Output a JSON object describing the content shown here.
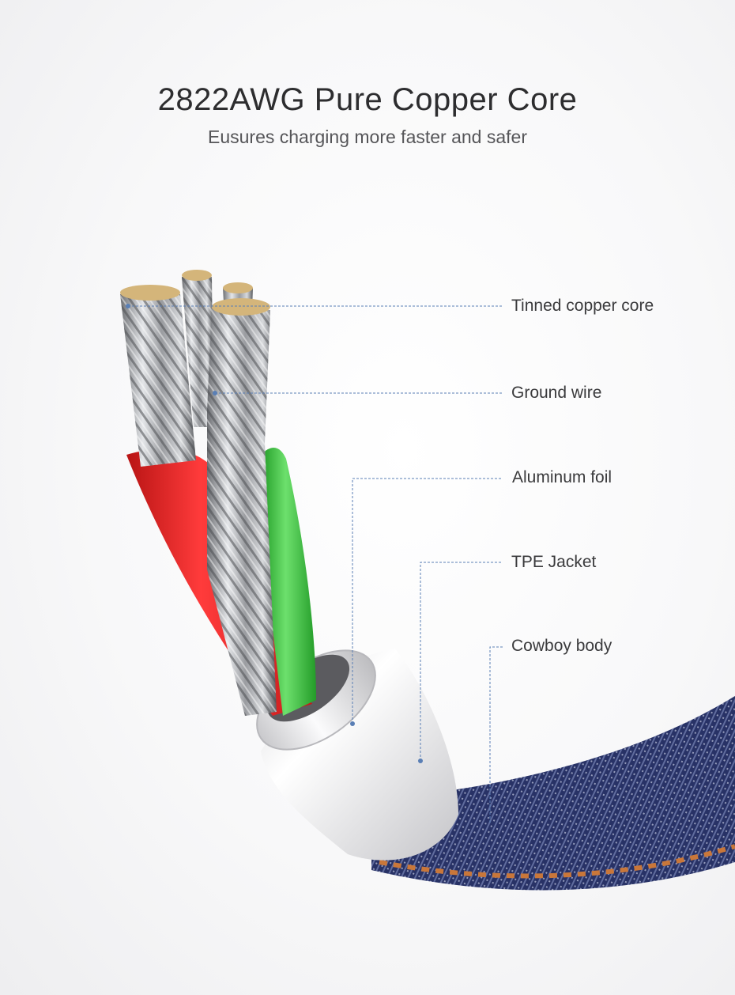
{
  "header": {
    "title": "2822AWG Pure Copper Core",
    "subtitle": "Eusures charging more faster and safer"
  },
  "callouts": [
    {
      "label": "Tinned copper core"
    },
    {
      "label": "Ground wire"
    },
    {
      "label": "Aluminum foil"
    },
    {
      "label": "TPE Jacket"
    },
    {
      "label": "Cowboy body"
    }
  ],
  "colors": {
    "leader_line": "#5a7fb5",
    "wire_red": "#ee2b2b",
    "wire_green": "#3cc13c",
    "denim": "#2a3466",
    "stitch": "#c9773a"
  }
}
